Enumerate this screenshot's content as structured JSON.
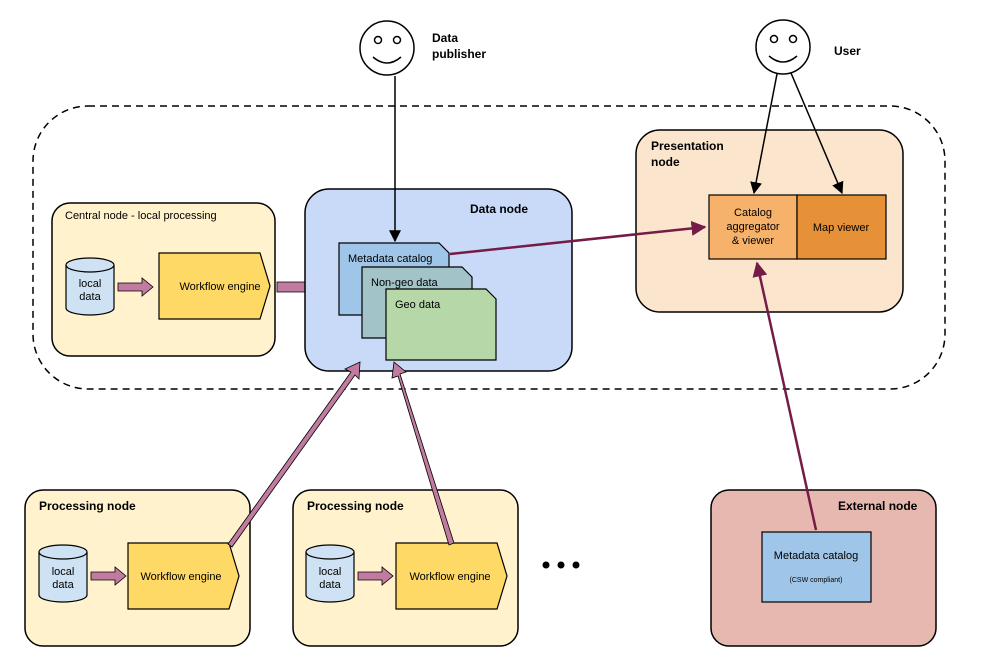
{
  "actors": {
    "publisher": {
      "line1": "Data",
      "line2": "publisher"
    },
    "user": {
      "label": "User"
    }
  },
  "nodes": {
    "central": {
      "title": "Central node - local processing",
      "local_data_1": "local",
      "local_data_2": "data",
      "engine": "Workflow engine"
    },
    "data": {
      "title": "Data node",
      "metadata_catalog": "Metadata catalog",
      "non_geo": "Non-geo data",
      "geo": "Geo data"
    },
    "presentation": {
      "title_1": "Presentation",
      "title_2": "node",
      "catalog_1": "Catalog",
      "catalog_2": "aggregator",
      "catalog_3": "& viewer",
      "map_viewer": "Map viewer"
    },
    "processing1": {
      "title": "Processing node",
      "local_data_1": "local",
      "local_data_2": "data",
      "engine": "Workflow engine"
    },
    "processing2": {
      "title": "Processing node",
      "local_data_1": "local",
      "local_data_2": "data",
      "engine": "Workflow engine"
    },
    "external": {
      "title": "External node",
      "catalog": "Metadata catalog",
      "catalog_note": "(CSW compliant)"
    }
  },
  "ellipsis": "...",
  "colors": {
    "yellow_box": "#fff2cc",
    "blue_box": "#c9daf8",
    "orange_box": "#fce5cd",
    "red_box": "#e6b8af",
    "engine": "#ffd966",
    "geo": "#b6d7a8",
    "non_geo": "#a2c4c9",
    "metadata": "#9fc5e8",
    "catalog": "#f6b26b",
    "map": "#e69138",
    "cylinder": "#cfe2f3",
    "flow_arrow": "#c27ba0",
    "link_arrow": "#741b47"
  }
}
